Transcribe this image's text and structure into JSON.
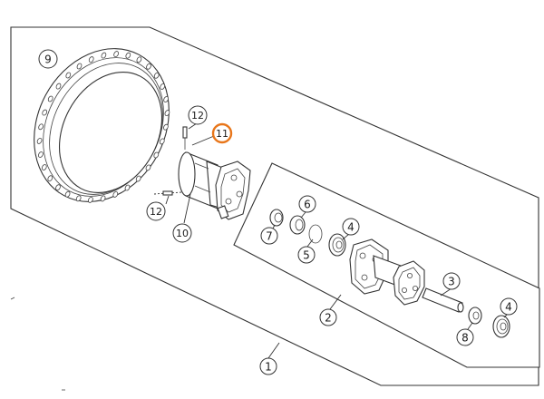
{
  "diagram": {
    "accent_color": "#e8761a",
    "line_color": "#333333",
    "callouts": [
      {
        "id": "c1",
        "label": "1"
      },
      {
        "id": "c2",
        "label": "2"
      },
      {
        "id": "c3",
        "label": "3"
      },
      {
        "id": "c4a",
        "label": "4"
      },
      {
        "id": "c4b",
        "label": "4"
      },
      {
        "id": "c5",
        "label": "5"
      },
      {
        "id": "c6",
        "label": "6"
      },
      {
        "id": "c7",
        "label": "7"
      },
      {
        "id": "c8",
        "label": "8"
      },
      {
        "id": "c9",
        "label": "9"
      },
      {
        "id": "c10",
        "label": "10"
      },
      {
        "id": "c11",
        "label": "11",
        "highlighted": true
      },
      {
        "id": "c12a",
        "label": "12"
      },
      {
        "id": "c12b",
        "label": "12"
      }
    ]
  }
}
